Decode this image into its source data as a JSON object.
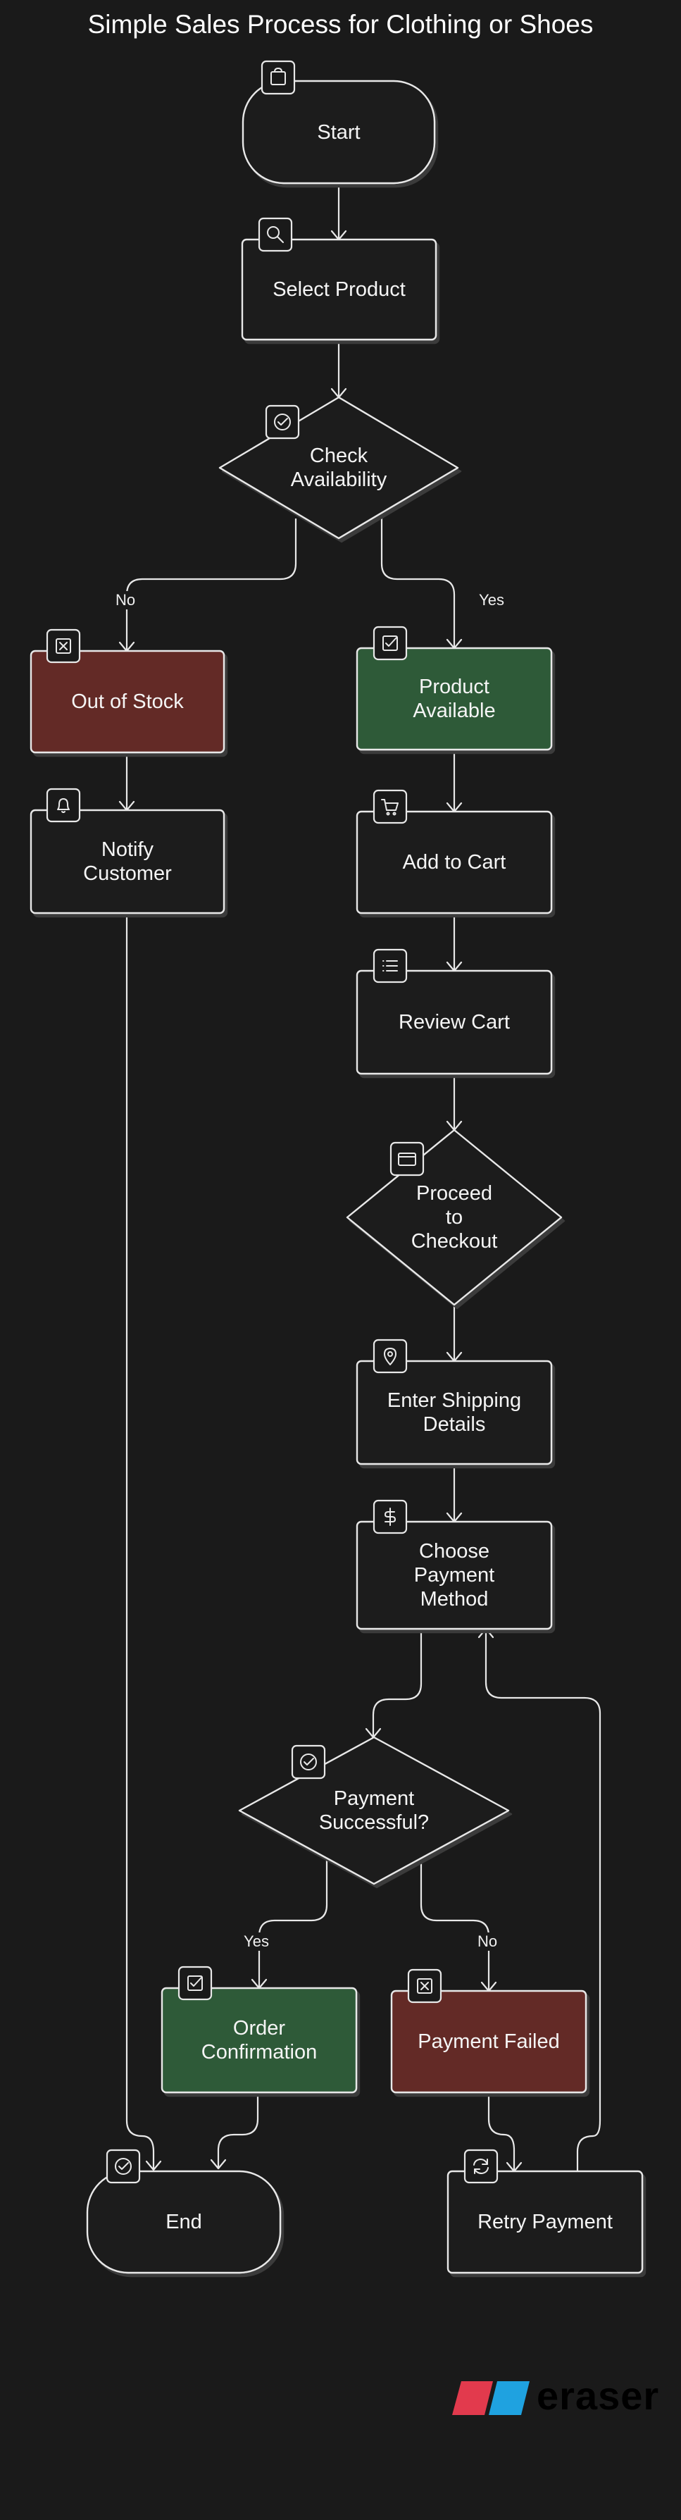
{
  "title": "Simple Sales Process for Clothing or Shoes",
  "colors": {
    "background": "#1a1a1a",
    "stroke": "#e8e8e8",
    "default_fill": "#1a1a1a",
    "success_fill": "#2d5a38",
    "error_fill": "#632a28"
  },
  "nodes": {
    "start": {
      "label": "Start",
      "icon": "shopping-bag-icon"
    },
    "select_product": {
      "label": "Select Product",
      "icon": "search-icon"
    },
    "check_availability": {
      "label": "Check\nAvailability",
      "icon": "check-circle-icon"
    },
    "out_of_stock": {
      "label": "Out of Stock",
      "icon": "x-square-icon"
    },
    "product_available": {
      "label": "Product\nAvailable",
      "icon": "check-square-icon"
    },
    "notify_customer": {
      "label": "Notify\nCustomer",
      "icon": "bell-icon"
    },
    "add_to_cart": {
      "label": "Add to Cart",
      "icon": "shopping-cart-icon"
    },
    "review_cart": {
      "label": "Review Cart",
      "icon": "list-icon"
    },
    "proceed_checkout": {
      "label": "Proceed\nto\nCheckout",
      "icon": "credit-card-icon"
    },
    "enter_shipping": {
      "label": "Enter Shipping\nDetails",
      "icon": "map-pin-icon"
    },
    "choose_payment": {
      "label": "Choose\nPayment\nMethod",
      "icon": "dollar-sign-icon"
    },
    "payment_successful": {
      "label": "Payment\nSuccessful?",
      "icon": "check-circle-icon"
    },
    "order_confirmation": {
      "label": "Order\nConfirmation",
      "icon": "check-square-icon"
    },
    "payment_failed": {
      "label": "Payment Failed",
      "icon": "x-square-icon"
    },
    "end": {
      "label": "End",
      "icon": "check-circle-icon"
    },
    "retry_payment": {
      "label": "Retry Payment",
      "icon": "refresh-icon"
    }
  },
  "edge_labels": {
    "availability_no": "No",
    "availability_yes": "Yes",
    "payment_yes": "Yes",
    "payment_no": "No"
  },
  "branding": {
    "logo_text": "eraser"
  }
}
